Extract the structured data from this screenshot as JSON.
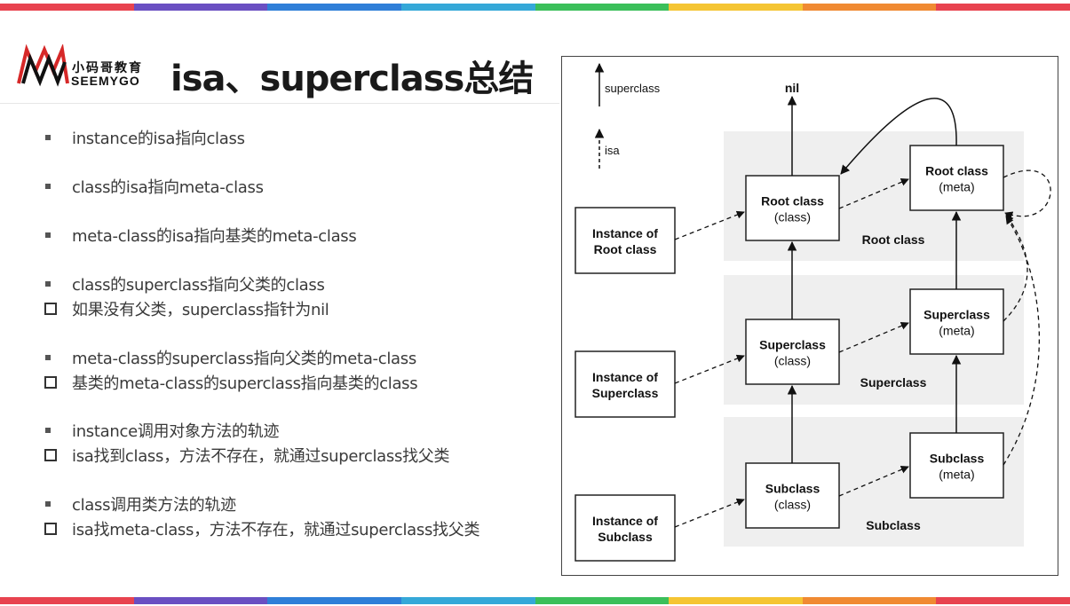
{
  "logo": {
    "chinese": "小码哥教育",
    "english": "SEEMYGO"
  },
  "title": "isa、superclass总结",
  "bullets": [
    {
      "marker": "square",
      "text": "instance的isa指向class"
    },
    {
      "marker": "square",
      "text": "class的isa指向meta-class"
    },
    {
      "marker": "square",
      "text": "meta-class的isa指向基类的meta-class"
    },
    {
      "marker": "square",
      "text": "class的superclass指向父类的class"
    },
    {
      "marker": "box",
      "text": "如果没有父类，superclass指针为nil"
    },
    {
      "marker": "square",
      "text": "meta-class的superclass指向父类的meta-class"
    },
    {
      "marker": "box",
      "text": "基类的meta-class的superclass指向基类的class"
    },
    {
      "marker": "square",
      "text": "instance调用对象方法的轨迹"
    },
    {
      "marker": "box",
      "text": "isa找到class，方法不存在，就通过superclass找父类"
    },
    {
      "marker": "square",
      "text": "class调用类方法的轨迹"
    },
    {
      "marker": "box",
      "text": "isa找meta-class，方法不存在，就通过superclass找父类"
    }
  ],
  "diagram": {
    "legend": {
      "superclass": "superclass",
      "isa": "isa"
    },
    "nil_label": "nil",
    "nodes": {
      "inst_root": [
        "Instance of",
        "Root class"
      ],
      "inst_super": [
        "Instance of",
        "Superclass"
      ],
      "inst_sub": [
        "Instance of",
        "Subclass"
      ],
      "root_class": [
        "Root class",
        "(class)"
      ],
      "super_class": [
        "Superclass",
        "(class)"
      ],
      "sub_class": [
        "Subclass",
        "(class)"
      ],
      "root_meta": [
        "Root class",
        "(meta)"
      ],
      "super_meta": [
        "Superclass",
        "(meta)"
      ],
      "sub_meta": [
        "Subclass",
        "(meta)"
      ]
    },
    "groups": {
      "root": "Root class",
      "super": "Superclass",
      "sub": "Subclass"
    }
  },
  "colors": {
    "stripe": [
      "#e8434f",
      "#6a4fc2",
      "#2f7fd8",
      "#35a8d8",
      "#3bbf5a",
      "#f5c533",
      "#f08a32",
      "#e8434f"
    ],
    "group_band": "#efefef",
    "box_border": "#222222"
  }
}
